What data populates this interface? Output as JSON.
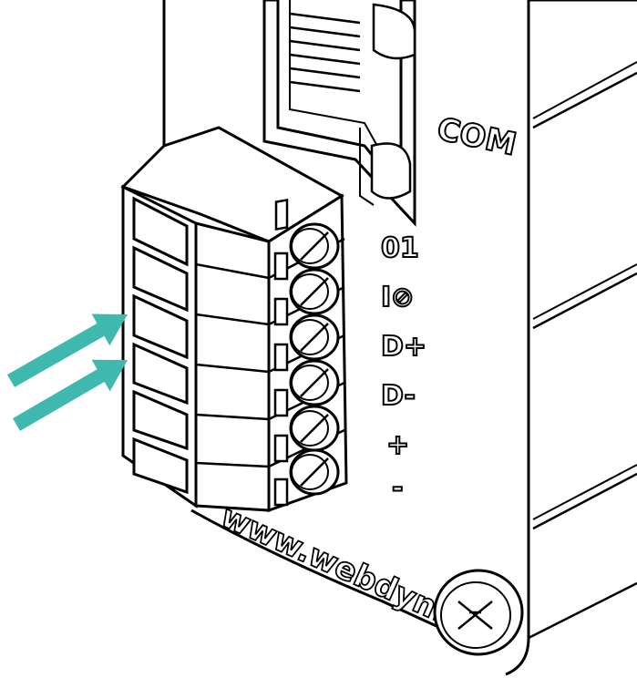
{
  "labels": {
    "port": "COM",
    "pins": [
      "01",
      "I⊘",
      "D+",
      "D-",
      "+",
      "-"
    ],
    "website": "www.webdyn.co"
  },
  "colors": {
    "line": "#000000",
    "fill": "#ffffff",
    "arrow": "#3fb8ad"
  },
  "icons": {
    "arrows": [
      "arrow-icon",
      "arrow-icon"
    ],
    "screw": "screw-icon",
    "cable_ties": "cable-tie-icon"
  }
}
